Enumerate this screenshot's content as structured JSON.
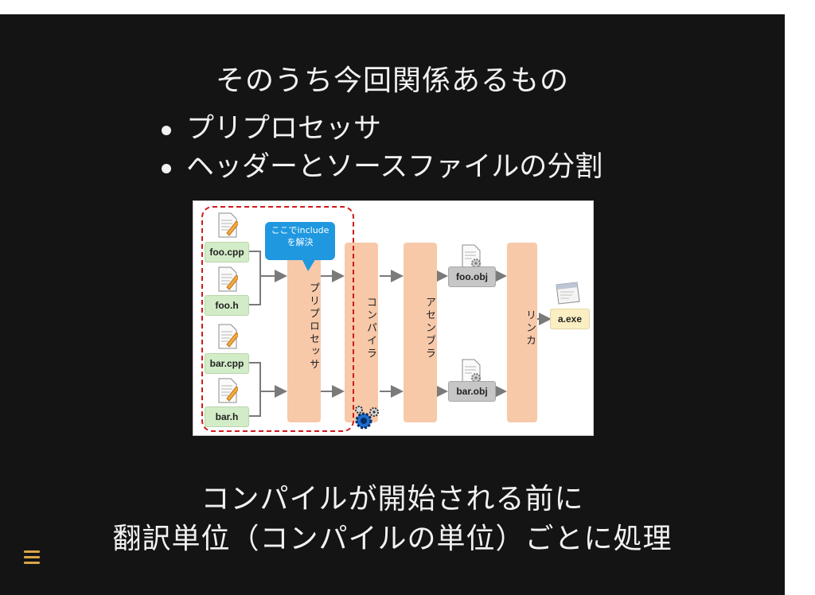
{
  "slide": {
    "title": "そのうち今回関係あるもの",
    "bullets": [
      "プリプロセッサ",
      "ヘッダーとソースファイルの分割"
    ],
    "caption_line1": "コンパイルが開始される前に",
    "caption_line2": "翻訳単位（コンパイルの単位）ごとに処理"
  },
  "diagram": {
    "callout_line1": "ここでinclude",
    "callout_line2": "を解決",
    "source_files": [
      "foo.cpp",
      "foo.h",
      "bar.cpp",
      "bar.h"
    ],
    "stages": {
      "preprocessor": "プリプロセッサ",
      "compiler": "コンパイラ",
      "assembler": "アセンブラ",
      "linker": "リンカ"
    },
    "object_files": [
      "foo.obj",
      "bar.obj"
    ],
    "output": "a.exe"
  },
  "colors": {
    "slide_bg": "#141414",
    "text": "#f2f2f2",
    "menu_icon": "#d9a54a",
    "stage_fill": "#f7c9a9",
    "source_label": "#d3ecc8",
    "object_label": "#c6c6c6",
    "output_label": "#fbeec2",
    "callout": "#1f98e0",
    "highlight_border": "#d21a1a"
  },
  "icons": [
    "document-pencil-icon",
    "document-gear-icon",
    "application-window-icon",
    "gear-icon",
    "hamburger-menu-icon"
  ]
}
